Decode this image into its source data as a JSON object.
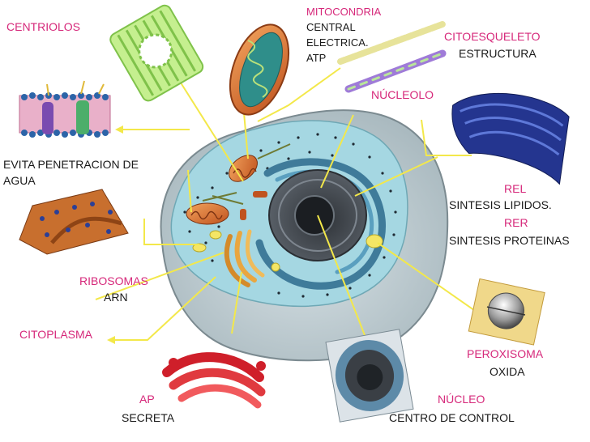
{
  "colors": {
    "accent_label": "#d6287a",
    "body_text": "#1a1a1a",
    "pointer_line": "#f3e84a",
    "cytoplasm": "#9fd3de",
    "cell_membrane": "#c9d4d9",
    "nucleus": "#4a4f57",
    "mitochondria": "#d9662e",
    "golgi": "#e7a33b",
    "rough_er": "#cf1f2a",
    "smooth_er": "#24358f"
  },
  "labels": {
    "centriolos": {
      "title": "CENTRIOLOS"
    },
    "mitocondria": {
      "title": "MITOCONDRIA",
      "lines": [
        "CENTRAL",
        "ELECTRICA.",
        "ATP"
      ]
    },
    "citoesqueleto": {
      "title": "CITOESQUELETO",
      "desc": "ESTRUCTURA"
    },
    "nucleolo": {
      "title": "NÚCLEOLO"
    },
    "membrana": {
      "lines": [
        "EVITA PENETRACION DE",
        "AGUA"
      ]
    },
    "rel": {
      "title": "REL",
      "desc": "SINTESIS LIPIDOS."
    },
    "rer": {
      "title": "RER",
      "desc": "SINTESIS PROTEINAS"
    },
    "ribosomas": {
      "title": "RIBOSOMAS",
      "desc": "ARN"
    },
    "citoplasma": {
      "title": "CITOPLASMA"
    },
    "peroxisoma": {
      "title": "PEROXISOMA",
      "desc": "OXIDA"
    },
    "ap": {
      "title": "AP",
      "desc": "SECRETA"
    },
    "nucleo": {
      "title": "NÚCLEO",
      "desc": "CENTRO DE CONTROL"
    }
  }
}
